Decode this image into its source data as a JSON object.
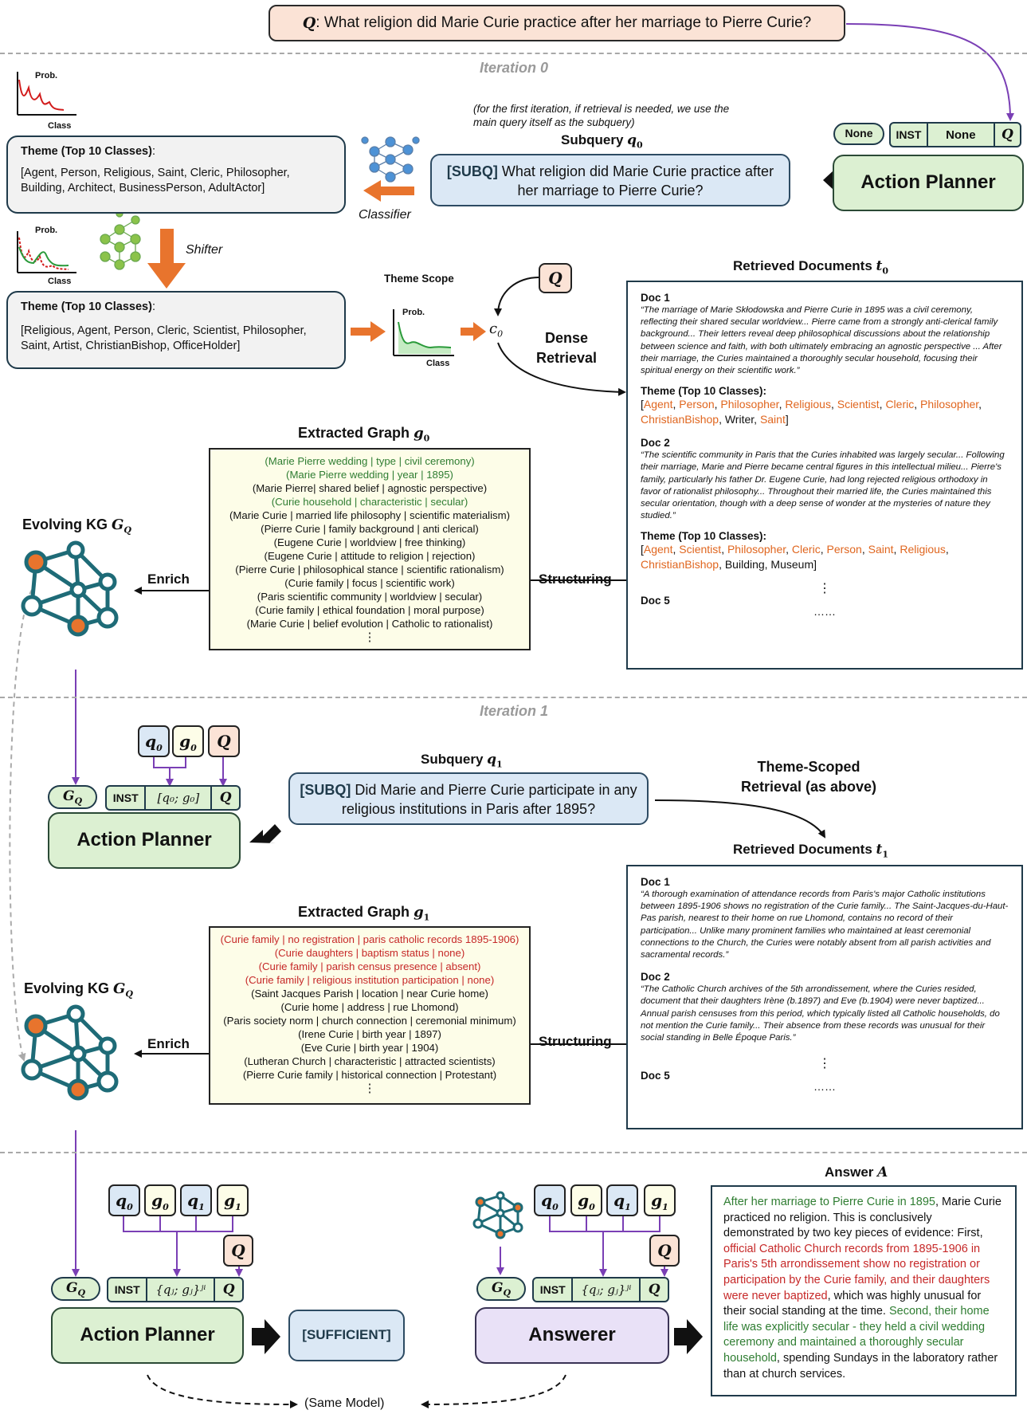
{
  "query": {
    "label": "Q",
    "text": ": What religion did Marie Curie practice after her marriage to Pierre Curie?"
  },
  "iter0": {
    "title": "Iteration 0",
    "prob_label": "Prob.",
    "class_label": "Class",
    "theme_title": "Theme (Top 10 Classes)",
    "theme_colon": ":",
    "theme_before": "[Agent, Person, Religious, Saint, Cleric, Philosopher, Building, Architect, BusinessPerson, AdultActor]",
    "theme_after": "[Religious, Agent, Person, Cleric, Scientist, Philosopher, Saint, Artist, ChristianBishop, OfficeHolder]",
    "classifier": "Classifier",
    "shifter": "Shifter",
    "note": "(for the first iteration, if retrieval is needed, we use the main query itself as the subquery)",
    "subquery_title": "Subquery",
    "subquery_var": "q",
    "subquery_sub": "0",
    "subq_tag": "[SUBQ]",
    "subq_text": " What religion did Marie Curie practice after her marriage to Pierre Curie?",
    "none_pill": "None",
    "inst": "INST",
    "none_cell": "None",
    "q_cell": "Q",
    "action_planner": "Action Planner",
    "theme_scope": "Theme Scope",
    "c_var": "c",
    "c_sub": "0",
    "dense_retrieval": "Dense Retrieval",
    "retrieved_title": "Retrieved Documents",
    "t_var": "t",
    "t_sub": "0",
    "doc1_label": "Doc 1",
    "doc1_text": "“The marriage of Marie Skłodowska and Pierre Curie in 1895 was a civil ceremony, reflecting their shared secular worldview... Pierre came from a strongly anti-clerical family background... Their letters reveal deep philosophical discussions about the relationship between science and faith, with both ultimately embracing an agnostic perspective ... After their marriage, the Curies maintained a thoroughly secular household, focusing their spiritual energy on their scientific work.”",
    "doc1_theme_title": "Theme (Top 10 Classes):",
    "doc1_theme_orange": [
      "Agent",
      "Person",
      "Philosopher",
      "Religious",
      "Scientist",
      "Cleric",
      "Philosopher",
      "ChristianBishop"
    ],
    "doc1_theme_black": [
      "Writer"
    ],
    "doc1_theme_last": "Saint",
    "doc2_label": "Doc 2",
    "doc2_text": "“The scientific community in Paris that the Curies inhabited was largely secular... Following their marriage, Marie and Pierre became central figures in this intellectual milieu... Pierre's family, particularly his father Dr. Eugene Curie, had long rejected religious orthodoxy in favor of rationalist philosophy... Throughout their married life, the Curies maintained this secular orientation, though with a deep sense of wonder at the mysteries of nature they studied.”",
    "doc2_theme_title": "Theme (Top 10 Classes):",
    "doc2_theme_orange": [
      "Agent",
      "Scientist",
      "Philosopher",
      "Cleric",
      "Person",
      "Saint",
      "Religious",
      "ChristianBishop"
    ],
    "doc2_theme_black": "Building, Museum]",
    "vdots": "⋮",
    "doc5_label": "Doc 5",
    "hdots": "……",
    "graph_title": "Extracted Graph",
    "g_var": "g",
    "g_sub": "0",
    "graph_green": [
      "(Marie Pierre wedding | type | civil ceremony)",
      "(Marie Pierre wedding | year | 1895)"
    ],
    "graph_lines_a": [
      "(Marie Pierre| shared belief | agnostic perspective)"
    ],
    "graph_green2": "(Curie household | characteristic | secular)",
    "graph_lines_b": [
      "(Marie Curie | married life philosophy | scientific materialism)",
      "(Pierre Curie | family background | anti clerical)",
      "(Eugene Curie | worldview | free thinking)",
      "(Eugene Curie | attitude to religion | rejection)",
      "(Pierre Curie | philosophical stance | scientific rationalism)",
      "(Curie family | focus | scientific work)",
      "(Paris scientific community | worldview | secular)",
      "(Curie family | ethical foundation | moral purpose)",
      "(Marie Curie | belief evolution | Catholic to rationalist)"
    ],
    "structuring": "Structuring",
    "enrich": "Enrich",
    "evolving_kg": "Evolving KG",
    "G_var": "G",
    "G_sub": "Q"
  },
  "iter1": {
    "title": "Iteration 1",
    "q_tok": "q",
    "q_sub": "0",
    "g_tok": "g",
    "g_sub": "0",
    "Q_tok": "Q",
    "G_pill": "G",
    "G_sub": "Q",
    "inst": "INST",
    "concat": "[q₀; g₀]",
    "q_cell": "Q",
    "action_planner": "Action Planner",
    "subquery_title": "Subquery",
    "subquery_var": "q",
    "subquery_sub": "1",
    "subq_tag": "[SUBQ]",
    "subq_text": " Did Marie and Pierre Curie participate in any religious institutions in Paris after 1895?",
    "theme_scoped": "Theme-Scoped Retrieval (as above)",
    "retrieved_title": "Retrieved Documents",
    "t_var": "t",
    "t_sub": "1",
    "doc1_label": "Doc 1",
    "doc1_text": "“A thorough examination of attendance records from Paris's major Catholic institutions between 1895-1906 shows no registration of the Curie family... The Saint-Jacques-du-Haut-Pas parish, nearest to their home on rue Lhomond, contains no record of their participation... Unlike many prominent families who maintained at least ceremonial connections to the Church, the Curies were notably absent from all parish activities and sacramental records.”",
    "doc2_label": "Doc 2",
    "doc2_text": "“The Catholic Church archives of the 5th arrondissement, where the Curies resided, document that their daughters Irène (b.1897) and Eve (b.1904) were never baptized... Annual parish censuses from this period, which typically listed all Catholic households, do not mention the Curie family... Their absence from these records was unusual for their social standing in Belle Époque Paris.”",
    "vdots": "⋮",
    "doc5_label": "Doc 5",
    "hdots": "……",
    "graph_title": "Extracted Graph",
    "g_var": "g",
    "g1_sub": "1",
    "graph_red": [
      "(Curie family | no registration | paris catholic records 1895-1906)",
      "(Curie daughters | baptism status | none)",
      "(Curie family | parish census presence | absent)",
      "(Curie family | religious institution participation | none)"
    ],
    "graph_lines": [
      "(Saint Jacques Parish | location | near Curie home)",
      "(Curie home | address | rue Lhomond)",
      "(Paris society norm | church connection | ceremonial minimum)",
      "(Irene Curie | birth year | 1897)",
      "(Eve Curie | birth year | 1904)",
      "(Lutheran Church | characteristic | attracted scientists)",
      "(Pierre Curie family | historical connection | Protestant)"
    ],
    "structuring": "Structuring",
    "enrich": "Enrich",
    "evolving_kg": "Evolving KG",
    "G_var": "G",
    "Gs": "Q"
  },
  "final": {
    "toks": [
      {
        "v": "q",
        "s": "0"
      },
      {
        "v": "g",
        "s": "0"
      },
      {
        "v": "q",
        "s": "1"
      },
      {
        "v": "g",
        "s": "1"
      }
    ],
    "Q_tok": "Q",
    "G_pill": "G",
    "G_sub": "Q",
    "inst": "INST",
    "concat": "{qⱼ; gⱼ}ʲⁱ",
    "q_cell": "Q",
    "action_planner": "Action Planner",
    "sufficient": "[SUFFICIENT]",
    "answerer": "Answerer",
    "same_model": "(Same Model)",
    "answer_title": "Answer",
    "answer_var": "A",
    "answer_green1": "After her marriage to Pierre Curie in 1895",
    "answer_black1": ", Marie Curie practiced no religion. This is conclusively demonstrated by two key pieces of evidence: First, ",
    "answer_red": "official Catholic Church records from 1895-1906 in Paris's 5th arrondissement show no registration or participation by the Curie family, and their daughters were never baptized",
    "answer_black2": ", which was highly unusual for their social standing at the time.",
    "answer_green2": "Second, their home life was explicitly secular - they held a civil wedding ceremony and maintained a thoroughly secular household",
    "answer_black3": ", spending Sundays in the laboratory rather than at church services."
  },
  "colors": {
    "purple": "#7a3fb5",
    "orange": "#e8742d",
    "green_text": "#2f7d32",
    "red_text": "#c62828",
    "teal": "#1e6b77"
  }
}
